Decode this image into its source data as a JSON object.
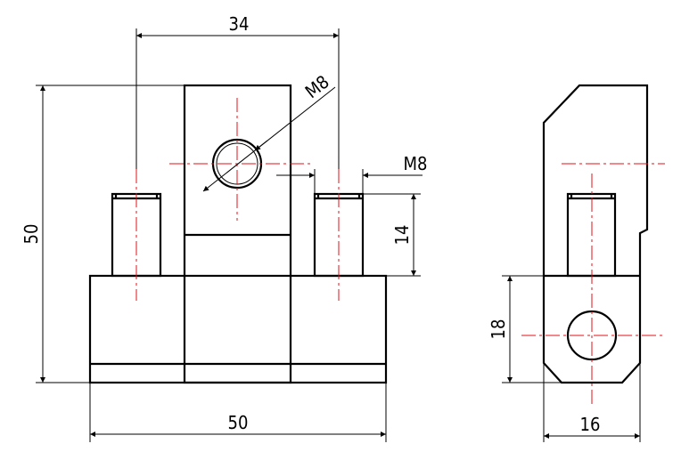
{
  "dimensions": {
    "top_width": "34",
    "height": "50",
    "bottom_width": "50",
    "hole_thread": "M8",
    "stud_thread": "M8",
    "stud_length": "14",
    "side_height": "18",
    "side_width": "16"
  },
  "colors": {
    "outline": "#000000",
    "centerline": "#e0101a",
    "background": "#ffffff"
  }
}
